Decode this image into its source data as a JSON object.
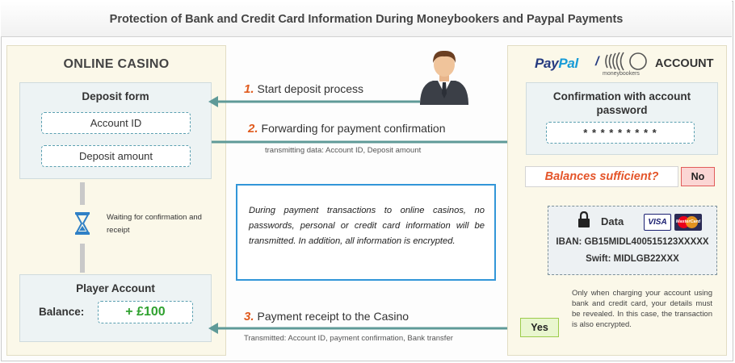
{
  "title": "Protection of Bank and Credit Card Information During Moneybookers and Paypal Payments",
  "casino": {
    "title": "ONLINE CASINO",
    "deposit_form": {
      "title": "Deposit form",
      "fields": [
        "Account ID",
        "Deposit amount"
      ]
    },
    "waiting": "Waiting for confirmation and receipt",
    "player_account": {
      "title": "Player Account",
      "balance_label": "Balance:",
      "balance_value": "+ £100"
    }
  },
  "steps": [
    {
      "num": "1.",
      "label": "Start deposit process",
      "sub": ""
    },
    {
      "num": "2.",
      "label": "Forwarding for payment confirmation",
      "sub": "transmitting data:  Account ID, Deposit amount"
    },
    {
      "num": "3.",
      "label": "Payment receipt to the Casino",
      "sub": "Transmitted: Account ID, payment confirmation, Bank transfer"
    }
  ],
  "info_text": "During payment transactions to online casinos, no passwords, personal or credit card information will be transmitted. In addition, all information is encrypted.",
  "account": {
    "brand_paypal_1": "Pay",
    "brand_paypal_2": "Pal",
    "brand_slash": "/",
    "brand_moneybookers": "moneybookers",
    "title": "ACCOUNT",
    "confirm_title": "Confirmation with account password",
    "password_mask": "* * * * * * * * *",
    "balance_question": "Balances sufficient?",
    "no": "No",
    "yes": "Yes",
    "data": {
      "title": "Data",
      "iban": "IBAN: GB15MIDL400515123XXXXX",
      "swift": "Swift: MIDLGB22XXX",
      "cards": [
        "VISA",
        "MasterCard"
      ]
    },
    "note": "Only when charging your account using bank and credit card, your details must be revealed. In this case, the transaction is also encrypted."
  },
  "colors": {
    "arrow": "#5f9a98",
    "accent_number": "#e05a1d",
    "no": "#d9231d",
    "yes": "#8cc63f",
    "info_border": "#3296d8",
    "hourglass": "#2f80c6"
  },
  "icons": [
    "person-icon",
    "hourglass-icon",
    "lock-icon",
    "visa-card-icon",
    "mastercard-icon"
  ]
}
